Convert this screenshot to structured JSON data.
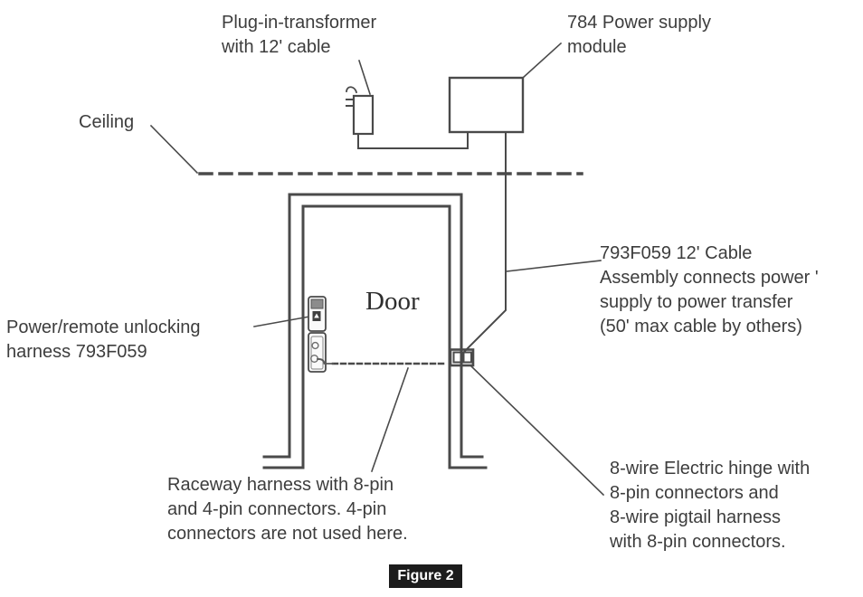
{
  "colors": {
    "background": "#ffffff",
    "line": "#4a4a4a",
    "text": "#3d3d3d",
    "figure_badge_bg": "#1c1c1c",
    "figure_badge_text": "#ffffff"
  },
  "diagram": {
    "labels": {
      "plug_in_transformer": "Plug-in-transformer\nwith 12' cable",
      "power_supply_module": "784 Power supply\nmodule",
      "ceiling": "Ceiling",
      "door": "Door",
      "unlocking_harness": "Power/remote unlocking\nharness 793F059",
      "cable_assembly": "793F059 12' Cable\nAssembly connects power '\nsupply to power transfer\n(50' max cable by others)",
      "raceway_harness": "Raceway harness with 8-pin\nand 4-pin connectors. 4-pin\nconnectors are not used here.",
      "electric_hinge": "8-wire Electric hinge with\n8-pin connectors and\n8-wire pigtail harness\nwith 8-pin connectors.",
      "figure_caption": "Figure 2"
    },
    "components": {
      "transformer": "plug-in-transformer",
      "power_supply": "784-power-supply-module",
      "ceiling_line": "ceiling-dashed-line",
      "door_frame": "door-frame",
      "lock": "power-remote-unlocking-lock",
      "hinge": "8-wire-electric-hinge",
      "raceway": "raceway-dashed-line",
      "cable": "power-supply-cable"
    }
  }
}
